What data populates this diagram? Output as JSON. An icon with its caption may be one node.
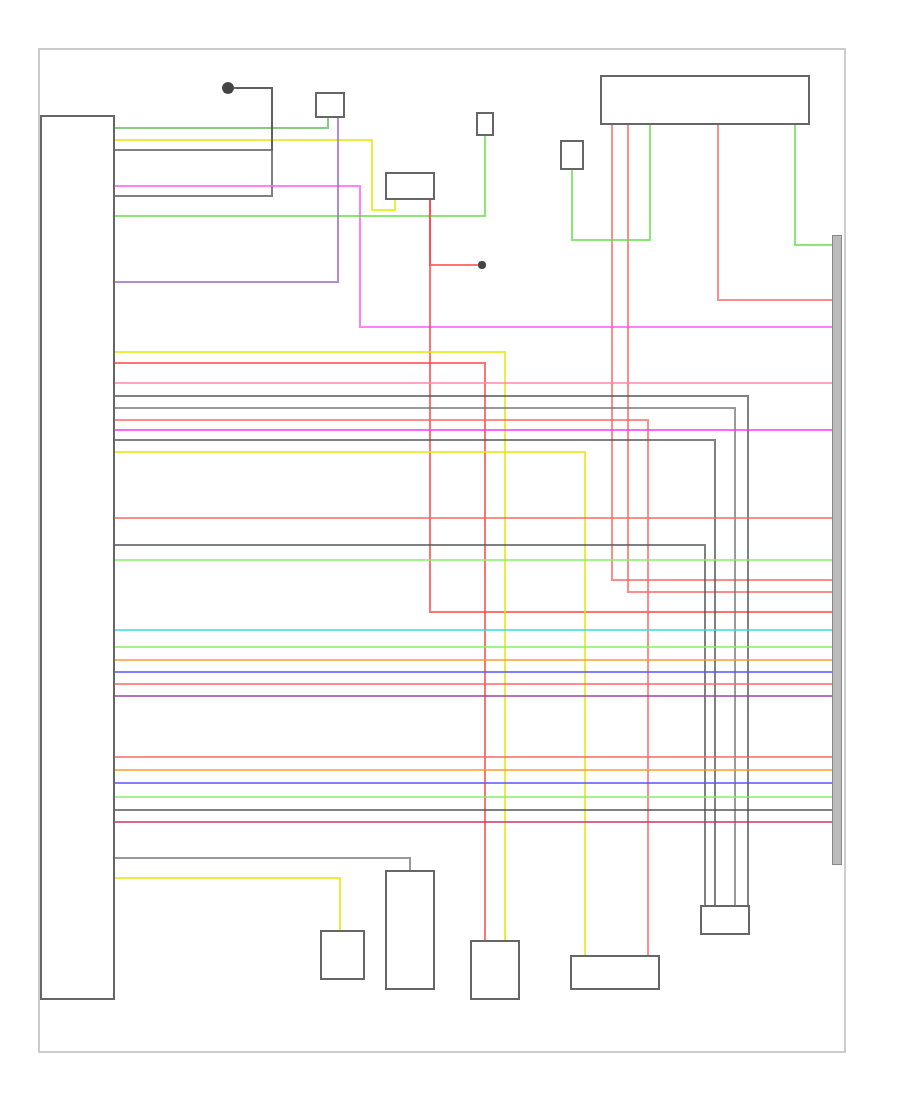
{
  "diagram": {
    "nodes": [
      {
        "text": [],
        "shape": "box"
      },
      {
        "text": [],
        "shape": "circle"
      },
      {
        "text": [],
        "shape": "box"
      },
      {
        "text": [],
        "shape": "box"
      },
      {
        "text": [],
        "shape": "box"
      },
      {
        "text": [],
        "shape": "box"
      },
      {
        "text": [],
        "shape": "box"
      },
      {
        "text": [],
        "shape": "bar"
      },
      {
        "text": [],
        "shape": "box"
      },
      {
        "text": [],
        "shape": "box"
      },
      {
        "text": [],
        "shape": "box"
      },
      {
        "text": [],
        "shape": "box"
      },
      {
        "text": [],
        "shape": "box"
      },
      {
        "text": [],
        "shape": "circle"
      }
    ],
    "edges": [
      {
        "from": 0,
        "to": 2,
        "arrow": "none",
        "color": "#5cb85c"
      },
      {
        "from": 0,
        "to": 3,
        "arrow": "none",
        "color": "#e6e600"
      },
      {
        "from": 0,
        "to": 1,
        "arrow": "none",
        "color": "#555555"
      },
      {
        "from": 0,
        "to": 1,
        "arrow": "none",
        "color": "#555555"
      },
      {
        "from": 0,
        "to": 7,
        "arrow": "none",
        "color": "#ff55ff"
      },
      {
        "from": 0,
        "to": 4,
        "arrow": "none",
        "color": "#66dd44"
      },
      {
        "from": 0,
        "to": 2,
        "arrow": "none",
        "color": "#9966cc"
      },
      {
        "from": 3,
        "to": 7,
        "arrow": "none",
        "color": "#ff4444"
      },
      {
        "from": 3,
        "to": 13,
        "arrow": "none",
        "color": "#ff4444"
      },
      {
        "from": 6,
        "to": 7,
        "arrow": "none",
        "color": "#66dd44"
      },
      {
        "from": 6,
        "to": 7,
        "arrow": "none",
        "color": "#ff6666"
      },
      {
        "from": 6,
        "to": 7,
        "arrow": "none",
        "color": "#ff6666"
      },
      {
        "from": 6,
        "to": 7,
        "arrow": "none",
        "color": "#ff6666"
      },
      {
        "from": 6,
        "to": 5,
        "arrow": "none",
        "color": "#66dd44"
      },
      {
        "from": 0,
        "to": 10,
        "arrow": "none",
        "color": "#ff4444"
      },
      {
        "from": 0,
        "to": 10,
        "arrow": "none",
        "color": "#e6e600"
      },
      {
        "from": 0,
        "to": 7,
        "arrow": "none",
        "color": "#ff88aa"
      },
      {
        "from": 0,
        "to": 12,
        "arrow": "none",
        "color": "#555555"
      },
      {
        "from": 0,
        "to": 12,
        "arrow": "none",
        "color": "#777777"
      },
      {
        "from": 0,
        "to": 11,
        "arrow": "none",
        "color": "#ff6666"
      },
      {
        "from": 0,
        "to": 7,
        "arrow": "none",
        "color": "#ff33ff"
      },
      {
        "from": 0,
        "to": 12,
        "arrow": "none",
        "color": "#555555"
      },
      {
        "from": 0,
        "to": 11,
        "arrow": "none",
        "color": "#e6e600"
      },
      {
        "from": 0,
        "to": 7,
        "arrow": "none",
        "color": "#ff6666"
      },
      {
        "from": 0,
        "to": 12,
        "arrow": "none",
        "color": "#555555"
      },
      {
        "from": 0,
        "to": 7,
        "arrow": "none",
        "color": "#88ee66"
      },
      {
        "from": 0,
        "to": 7,
        "arrow": "none",
        "color": "#33dddd"
      },
      {
        "from": 0,
        "to": 7,
        "arrow": "none",
        "color": "#88ee66"
      },
      {
        "from": 0,
        "to": 7,
        "arrow": "none",
        "color": "#ff9933"
      },
      {
        "from": 0,
        "to": 7,
        "arrow": "none",
        "color": "#5555ff"
      },
      {
        "from": 0,
        "to": 7,
        "arrow": "none",
        "color": "#ff6666"
      },
      {
        "from": 0,
        "to": 7,
        "arrow": "none",
        "color": "#9944aa"
      },
      {
        "from": 0,
        "to": 7,
        "arrow": "none",
        "color": "#ff6666"
      },
      {
        "from": 0,
        "to": 7,
        "arrow": "none",
        "color": "#ff9933"
      },
      {
        "from": 0,
        "to": 7,
        "arrow": "none",
        "color": "#5555ff"
      },
      {
        "from": 0,
        "to": 7,
        "arrow": "none",
        "color": "#88ee66"
      },
      {
        "from": 0,
        "to": 7,
        "arrow": "none",
        "color": "#555555"
      },
      {
        "from": 0,
        "to": 7,
        "arrow": "none",
        "color": "#cc3366"
      },
      {
        "from": 0,
        "to": 9,
        "arrow": "none",
        "color": "#777777"
      },
      {
        "from": 0,
        "to": 8,
        "arrow": "none",
        "color": "#e6e600"
      }
    ]
  }
}
